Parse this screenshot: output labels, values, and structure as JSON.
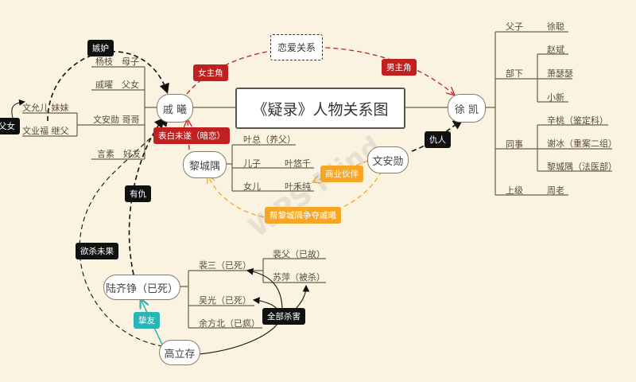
{
  "title": "《疑录》人物关系图",
  "nodes": {
    "qixi": "戚 曦",
    "xukai": "徐 凯",
    "lichengyu": "黎城隅",
    "wenanxun": "文安勋",
    "luqizheng": "陆齐铮（已死）",
    "gaolicun": "高立存",
    "edge_left": "父女"
  },
  "qixi_branches": [
    "杨枝　母子",
    "戚曜　父女",
    "文安勋 哥哥",
    "言素　好友"
  ],
  "wen_sub": [
    "文允儿  妹妹",
    "文业福  继父"
  ],
  "xukai_branches": {
    "fuzi": "父子",
    "xucong": "徐聪",
    "buxia": "部下",
    "buxia_items": [
      "赵斌",
      "萧瑟瑟",
      "小新"
    ],
    "tongshi": "同事",
    "tongshi_items": [
      "辛桃（鉴定科）",
      "谢冰（重案二组）",
      "黎城隅（法医部）"
    ],
    "shangji": "上级",
    "zhoulao": "周老"
  },
  "li_branches": {
    "yezong": "叶总（养父）",
    "erzi": "儿子",
    "youqian": "叶悠千",
    "nver": "女儿",
    "hechun": "叶禾纯"
  },
  "lu_branches": {
    "peisan": "裴三（已死）",
    "peifu": "裴父（已故）",
    "suping": "苏萍（被杀）",
    "wuguang": "吴光（已死）",
    "yufangbei": "余方北（已疯）"
  },
  "relations": {
    "jidu": "嫉妒",
    "nvzhujiao": "女主角",
    "lianai": "恋爱关系",
    "nanzhujiao": "男主角",
    "biaobai": "表白未遂（暗恋）",
    "chouren": "仇人",
    "shangye": "商业伙伴",
    "bang": "帮黎城隅争夺戚曦",
    "youchou": "有仇",
    "yusha": "欲杀未果",
    "zhiyou": "挚友",
    "quanbu": "全部杀害"
  },
  "watermark": "WPS Mind"
}
